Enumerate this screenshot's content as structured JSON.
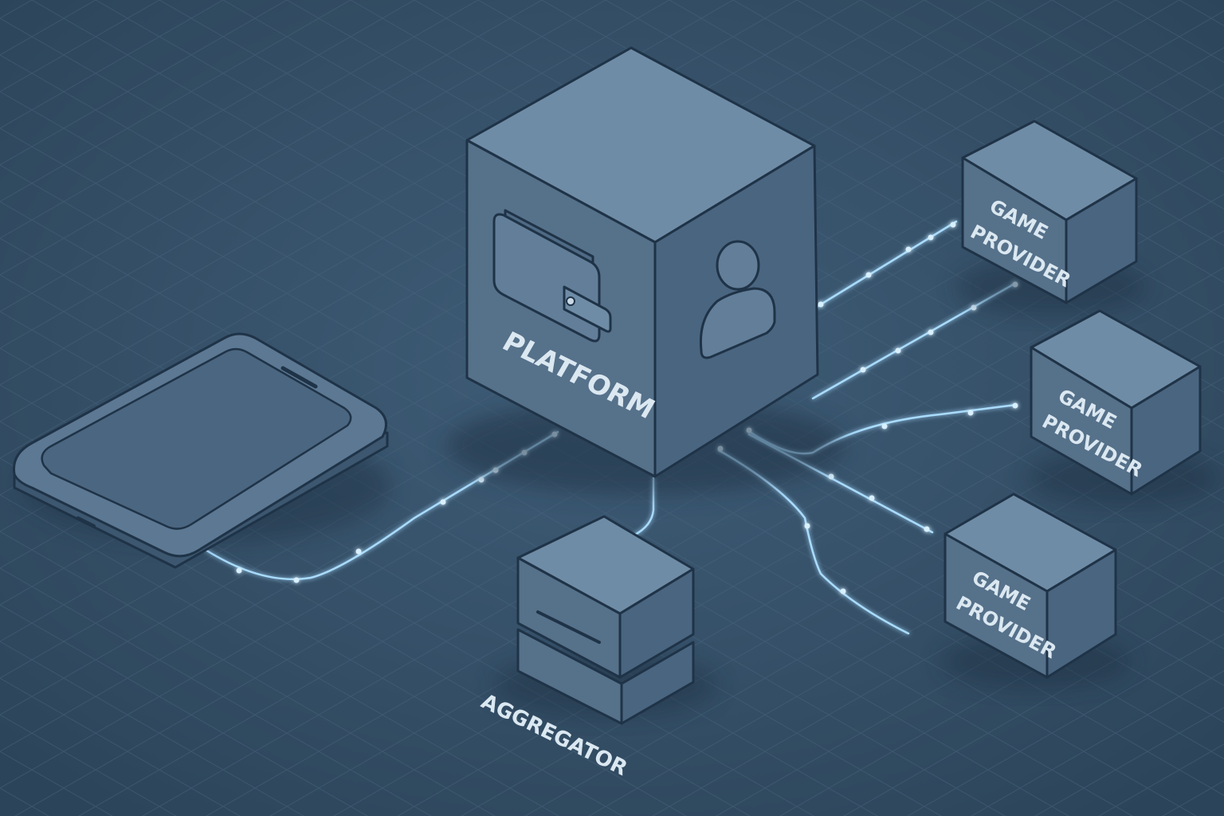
{
  "nodes": {
    "platform": {
      "label": "PLATFORM"
    },
    "aggregator": {
      "label": "AGGREGATOR"
    },
    "provider_top": {
      "line1": "GAME",
      "line2": "PROVIDER"
    },
    "provider_mid": {
      "line1": "GAME",
      "line2": "PROVIDER"
    },
    "provider_bot": {
      "line1": "GAME",
      "line2": "PROVIDER"
    }
  },
  "icons": {
    "platform_left": "wallet-icon",
    "platform_right": "user-icon",
    "client": "tablet-icon"
  },
  "colors": {
    "background": "#34506a",
    "box_top": "#6f8ca6",
    "box_left": "#56718a",
    "box_right": "#4a6580",
    "outline": "#1f3347",
    "connector_glow": "#a9dcff",
    "label": "#dbe8f1"
  }
}
